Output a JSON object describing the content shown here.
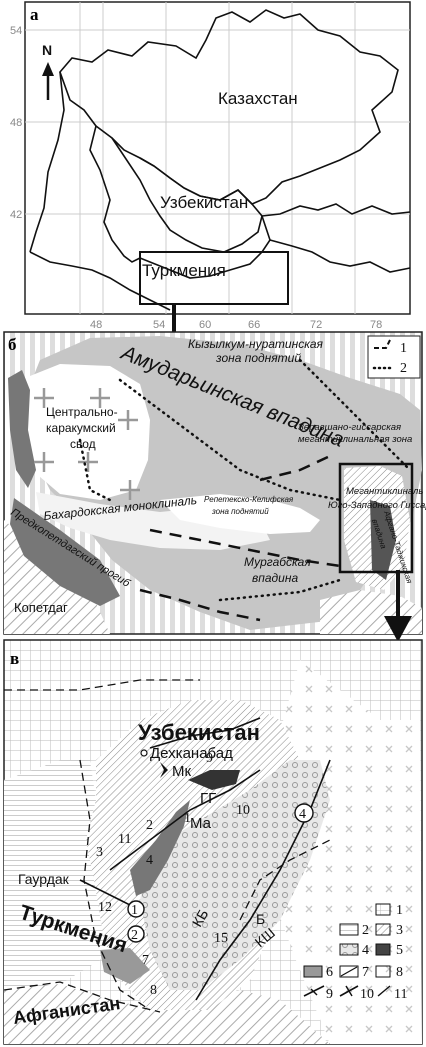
{
  "panel_a": {
    "letter": "а",
    "north": "N",
    "labels": {
      "kazakhstan": "Казахстан",
      "uzbekistan": "Узбекистан",
      "turkmenia": "Туркмения"
    },
    "lat_ticks": [
      "54",
      "48",
      "42"
    ],
    "lon_ticks": [
      "48",
      "54",
      "60",
      "66",
      "72",
      "78"
    ]
  },
  "panel_b": {
    "letter": "б",
    "legend": [
      "1",
      "2"
    ],
    "labels": {
      "kyzylkum_1": "Кызылкум-нуратинская",
      "kyzylkum_2": "зона поднятий",
      "amudarya": "Амударьинская впадина",
      "central_1": "Центрально-",
      "central_2": "каракумский",
      "central_3": "свод",
      "zeravshan_1": "Зеравшано-гиссарская",
      "zeravshan_2": "мегантиклинальная зона",
      "megant_1": "Мегантиклиналь",
      "megant_2": "Юго-Западного Гиссара",
      "bakhardok": "Бахардокская моноклиналь",
      "repetek_1": "Репетекско-Келифская",
      "repetek_2": "зона поднятий",
      "afgano_1": "Афгано-Таджикская",
      "afgano_2": "впадина",
      "predkop": "Предкопетдагский прогиб",
      "murgab_1": "Мургабская",
      "murgab_2": "впадина",
      "kopetdag": "Копетдаг"
    }
  },
  "panel_c": {
    "letter": "в",
    "labels": {
      "uzbekistan": "Узбекистан",
      "dekhkanabad": "Дехканабад",
      "mk": "Мк",
      "gg": "ГГ",
      "ma": "Ма",
      "gaurdak": "Гаурдак",
      "turkmenia": "Туркмения",
      "afghanistan": "Афганистан",
      "kb": "КБ",
      "b": "Б",
      "ksh": "КШ"
    },
    "numbers": [
      "1",
      "2",
      "3",
      "4",
      "6",
      "7",
      "8",
      "9",
      "10",
      "11",
      "12",
      "15"
    ],
    "circled": [
      "1",
      "2",
      "4"
    ],
    "legend": [
      "1",
      "2",
      "3",
      "4",
      "5",
      "6",
      "7",
      "8",
      "9",
      "10",
      "11"
    ]
  }
}
